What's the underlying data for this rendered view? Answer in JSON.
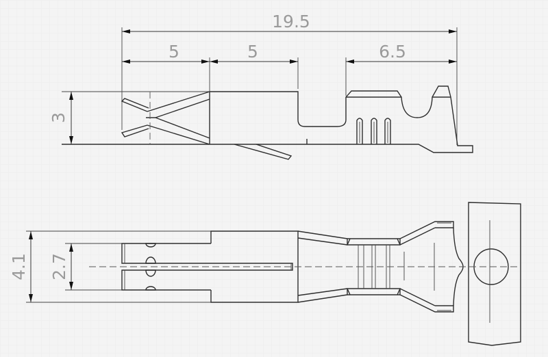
{
  "drawing": {
    "top_view": {
      "overall_length": "19.5",
      "front_section": "5",
      "middle_section": "5",
      "crimp_section": "6.5",
      "height": "3"
    },
    "bottom_view": {
      "outer_width": "4.1",
      "inner_width": "2.7"
    },
    "colors": {
      "line": "#2e2e2e",
      "dimension_text": "#9a9a9a",
      "background": "#f4f4f4"
    }
  }
}
